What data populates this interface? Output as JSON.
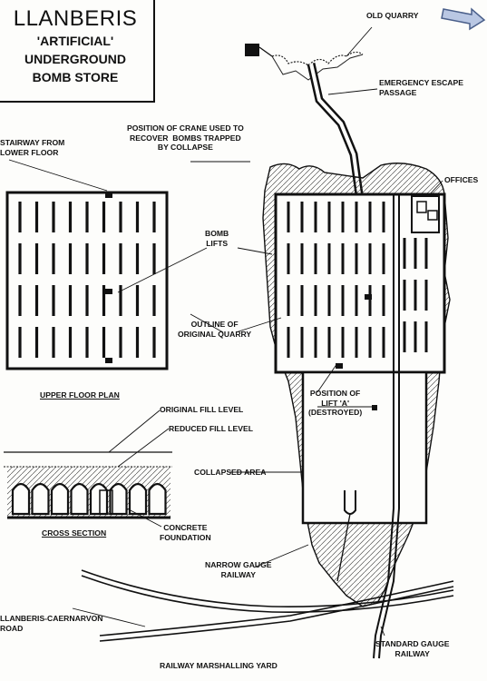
{
  "title": {
    "line1": "LLANBERIS",
    "line2": "'ARTIFICIAL'",
    "line3": "UNDERGROUND",
    "line4": "BOMB STORE"
  },
  "arrow_icon": "north-arrow-icon",
  "labels": {
    "old_quarry": "OLD QUARRY",
    "emergency_escape": "EMERGENCY ESCAPE\nPASSAGE",
    "crane_position": "POSITION OF CRANE USED TO\nRECOVER  BOMBS TRAPPED\nBY COLLAPSE",
    "stairway": "STAIRWAY FROM\nLOWER FLOOR",
    "offices": "OFFICES",
    "bomb_lifts": "BOMB\nLIFTS",
    "outline_quarry": "OUTLINE OF\nORIGINAL QUARRY",
    "upper_floor_plan": "UPPER FLOOR PLAN",
    "lift_a": "POSITION OF\nLIFT 'A'\n(DESTROYED)",
    "original_fill": "ORIGINAL FILL LEVEL",
    "reduced_fill": "REDUCED FILL LEVEL",
    "collapsed_area": "COLLAPSED AREA",
    "cross_section": "CROSS SECTION",
    "concrete_foundation": "CONCRETE\nFOUNDATION",
    "narrow_gauge": "NARROW GAUGE\nRAILWAY",
    "road": "LLANBERIS-CAERNARVON\nROAD",
    "standard_gauge": "STANDARD GAUGE\nRAILWAY",
    "marshalling_yard": "RAILWAY MARSHALLING YARD"
  }
}
